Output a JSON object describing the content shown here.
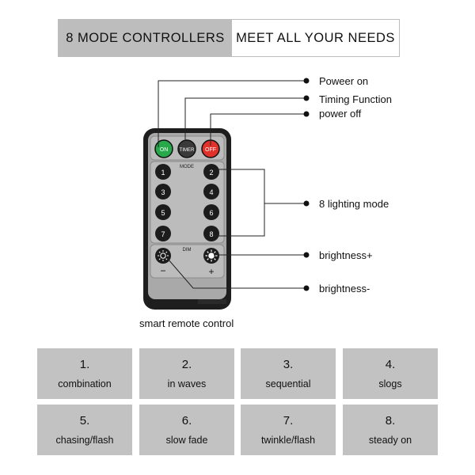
{
  "banner": {
    "left_text": "8 MODE CONTROLLERS",
    "right_text": "MEET ALL YOUR NEEDS"
  },
  "remote": {
    "top_buttons": [
      {
        "label": "ON",
        "color": "#27a84a"
      },
      {
        "label": "TIMER",
        "color": "#3a3a3a"
      },
      {
        "label": "OFF",
        "color": "#e0312b"
      }
    ],
    "mode_label": "MODE",
    "dim_label": "DIM",
    "number_buttons": [
      "1",
      "2",
      "3",
      "4",
      "5",
      "6",
      "7",
      "8"
    ],
    "minus_symbol": "−",
    "plus_symbol": "+",
    "body_color": "#a9a9a9",
    "frame_color": "#1e1e1e"
  },
  "annotations": {
    "power_on": "Poweer on",
    "timing": "Timing Function",
    "power_off": "power off",
    "lighting_mode": "8 lighting mode",
    "brightness_plus": "brightness+",
    "brightness_minus": "brightness-"
  },
  "caption": "smart remote control",
  "modes": [
    {
      "number": "1.",
      "name": "combination"
    },
    {
      "number": "2.",
      "name": "in waves"
    },
    {
      "number": "3.",
      "name": "sequential"
    },
    {
      "number": "4.",
      "name": "slogs"
    },
    {
      "number": "5.",
      "name": "chasing/flash"
    },
    {
      "number": "6.",
      "name": "slow fade"
    },
    {
      "number": "7.",
      "name": "twinkle/flash"
    },
    {
      "number": "8.",
      "name": "steady on"
    }
  ]
}
